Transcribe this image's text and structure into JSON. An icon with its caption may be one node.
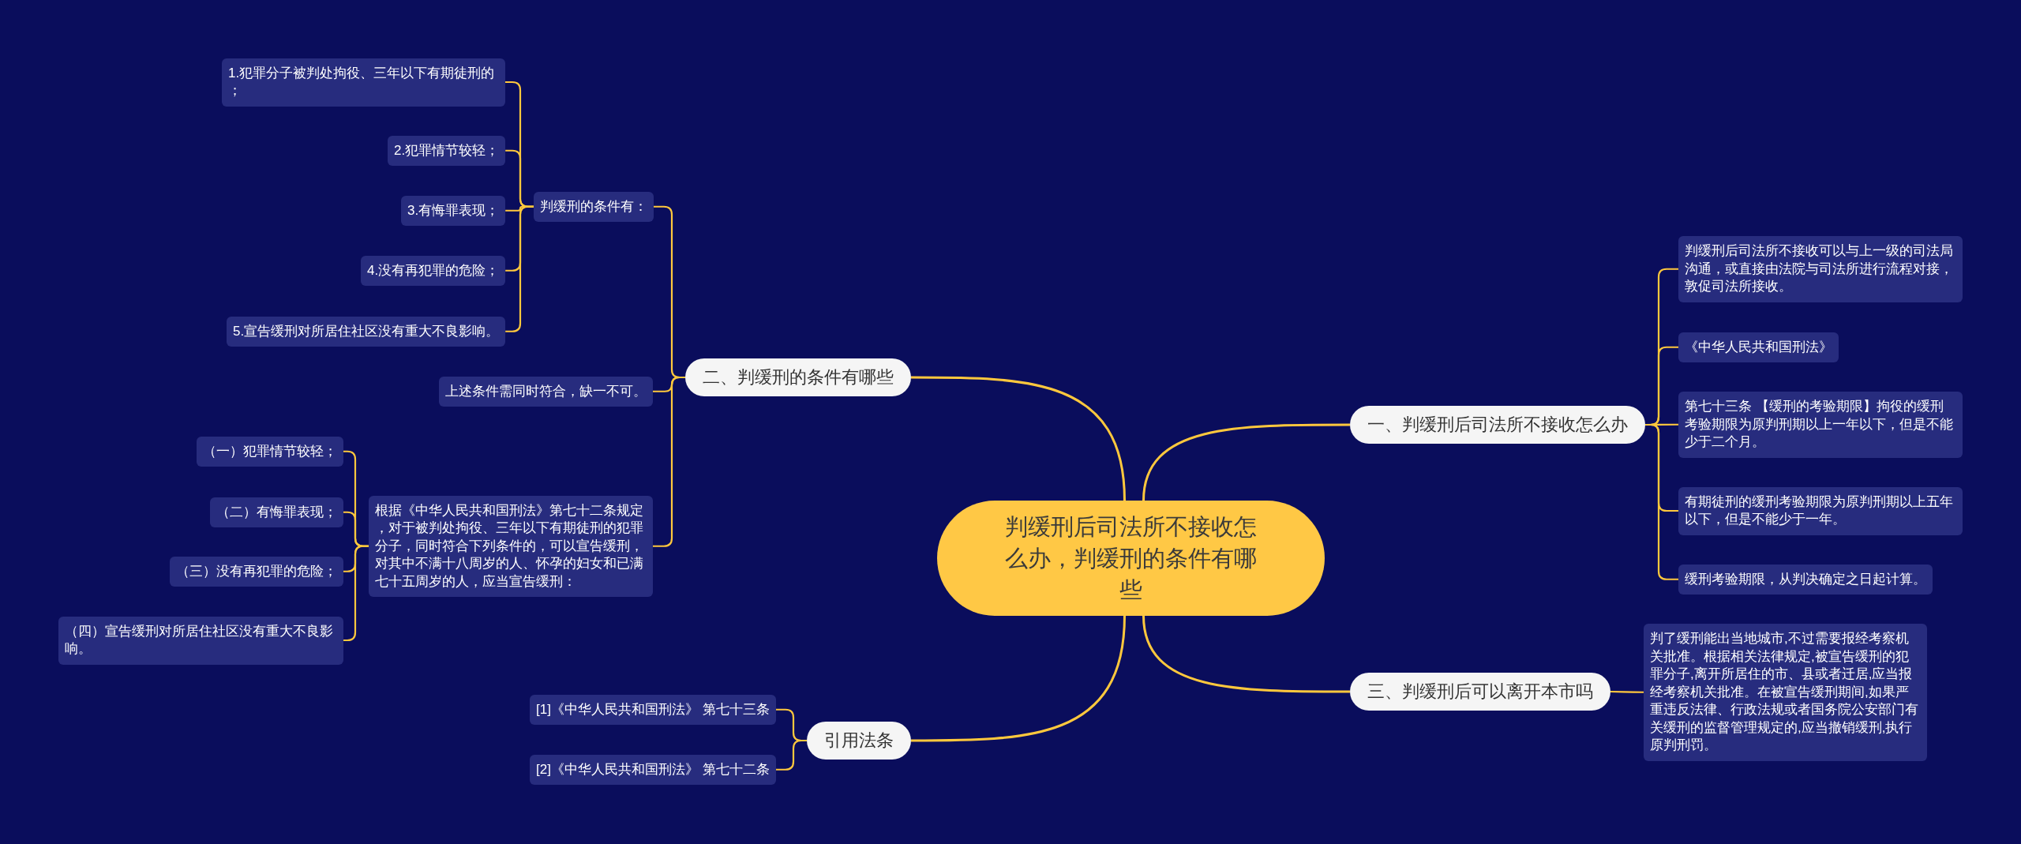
{
  "diagram": {
    "nodes": [
      {
        "text": [
          "判缓刑后司法所不接收怎么办，判缓刑的条件有哪些"
        ]
      },
      {
        "text": [
          "二、判缓刑的条件有哪些"
        ]
      },
      {
        "text": [
          "判缓刑的条件有："
        ]
      },
      {
        "text": [
          "1.犯罪分子被判处拘役、三年以下有期徒刑的；"
        ]
      },
      {
        "text": [
          "2.犯罪情节较轻；"
        ]
      },
      {
        "text": [
          "3.有悔罪表现；"
        ]
      },
      {
        "text": [
          "4.没有再犯罪的危险；"
        ]
      },
      {
        "text": [
          "5.宣告缓刑对所居住社区没有重大不良影响。"
        ]
      },
      {
        "text": [
          "上述条件需同时符合，缺一不可。"
        ]
      },
      {
        "text": [
          "根据《中华人民共和国刑法》第七十二条规定，对于被判处拘役、三年以下有期徒刑的犯罪分子，同时符合下列条件的，可以宣告缓刑，对其中不满十八周岁的人、怀孕的妇女和已满七十五周岁的人，应当宣告缓刑："
        ]
      },
      {
        "text": [
          "（一）犯罪情节较轻；"
        ]
      },
      {
        "text": [
          "（二）有悔罪表现；"
        ]
      },
      {
        "text": [
          "（三）没有再犯罪的危险；"
        ]
      },
      {
        "text": [
          "（四）宣告缓刑对所居住社区没有重大不良影响。"
        ]
      },
      {
        "text": [
          "引用法条"
        ]
      },
      {
        "text": [
          "[1]《中华人民共和国刑法》 第七十三条"
        ]
      },
      {
        "text": [
          "[2]《中华人民共和国刑法》 第七十二条"
        ]
      },
      {
        "text": [
          "一、判缓刑后司法所不接收怎么办"
        ]
      },
      {
        "text": [
          "判缓刑后司法所不接收可以与上一级的司法局沟通，或直接由法院与司法所进行流程对接，敦促司法所接收。"
        ]
      },
      {
        "text": [
          "《中华人民共和国刑法》"
        ]
      },
      {
        "text": [
          "第七十三条 【缓刑的考验期限】拘役的缓刑考验期限为原判刑期以上一年以下，但是不能少于二个月。"
        ]
      },
      {
        "text": [
          "有期徒刑的缓刑考验期限为原判刑期以上五年以下，但是不能少于一年。"
        ]
      },
      {
        "text": [
          "缓刑考验期限，从判决确定之日起计算。"
        ]
      },
      {
        "text": [
          "三、判缓刑后可以离开本市吗"
        ]
      },
      {
        "text": [
          "判了缓刑能出当地城市,不过需要报经考察机关批准。根据相关法律规定,被宣告缓刑的犯罪分子,离开所居住的市、县或者迁居,应当报经考察机关批准。在被宣告缓刑期间,如果严重违反法律、行政法规或者国务院公安部门有关缓刑的监督管理规定的,应当撤销缓刑,执行原判刑罚。"
        ]
      }
    ],
    "edges": [
      {
        "from": 0,
        "to": 1,
        "arrow": "none"
      },
      {
        "from": 1,
        "to": 2,
        "arrow": "none"
      },
      {
        "from": 2,
        "to": 3,
        "arrow": "none"
      },
      {
        "from": 2,
        "to": 4,
        "arrow": "none"
      },
      {
        "from": 2,
        "to": 5,
        "arrow": "none"
      },
      {
        "from": 2,
        "to": 6,
        "arrow": "none"
      },
      {
        "from": 2,
        "to": 7,
        "arrow": "none"
      },
      {
        "from": 1,
        "to": 8,
        "arrow": "none"
      },
      {
        "from": 1,
        "to": 9,
        "arrow": "none"
      },
      {
        "from": 9,
        "to": 10,
        "arrow": "none"
      },
      {
        "from": 9,
        "to": 11,
        "arrow": "none"
      },
      {
        "from": 9,
        "to": 12,
        "arrow": "none"
      },
      {
        "from": 9,
        "to": 13,
        "arrow": "none"
      },
      {
        "from": 0,
        "to": 14,
        "arrow": "none"
      },
      {
        "from": 14,
        "to": 15,
        "arrow": "none"
      },
      {
        "from": 14,
        "to": 16,
        "arrow": "none"
      },
      {
        "from": 0,
        "to": 17,
        "arrow": "none"
      },
      {
        "from": 17,
        "to": 18,
        "arrow": "none"
      },
      {
        "from": 17,
        "to": 19,
        "arrow": "none"
      },
      {
        "from": 17,
        "to": 20,
        "arrow": "none"
      },
      {
        "from": 17,
        "to": 21,
        "arrow": "none"
      },
      {
        "from": 17,
        "to": 22,
        "arrow": "none"
      },
      {
        "from": 0,
        "to": 23,
        "arrow": "none"
      },
      {
        "from": 23,
        "to": 24,
        "arrow": "none"
      }
    ]
  }
}
